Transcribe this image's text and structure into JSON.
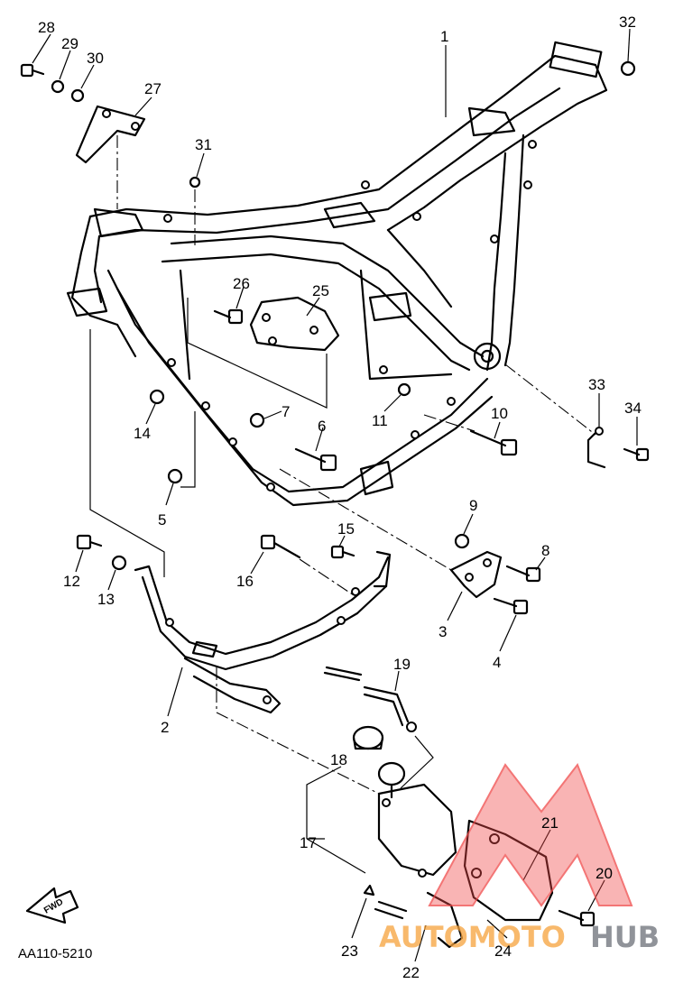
{
  "diagram": {
    "code": "AA110-5210",
    "fwd_label": "FWD",
    "callouts": [
      "1",
      "2",
      "3",
      "4",
      "5",
      "6",
      "7",
      "8",
      "9",
      "10",
      "11",
      "12",
      "13",
      "14",
      "15",
      "16",
      "17",
      "18",
      "19",
      "20",
      "21",
      "22",
      "23",
      "24",
      "25",
      "26",
      "27",
      "28",
      "29",
      "30",
      "31",
      "32",
      "33",
      "34"
    ]
  },
  "watermark": {
    "text_a": "AUTOMOTO",
    "text_b": "HUB",
    "color_triangle": "#f04848",
    "color_a": "#f6a23c",
    "color_b": "#6b6f78"
  }
}
